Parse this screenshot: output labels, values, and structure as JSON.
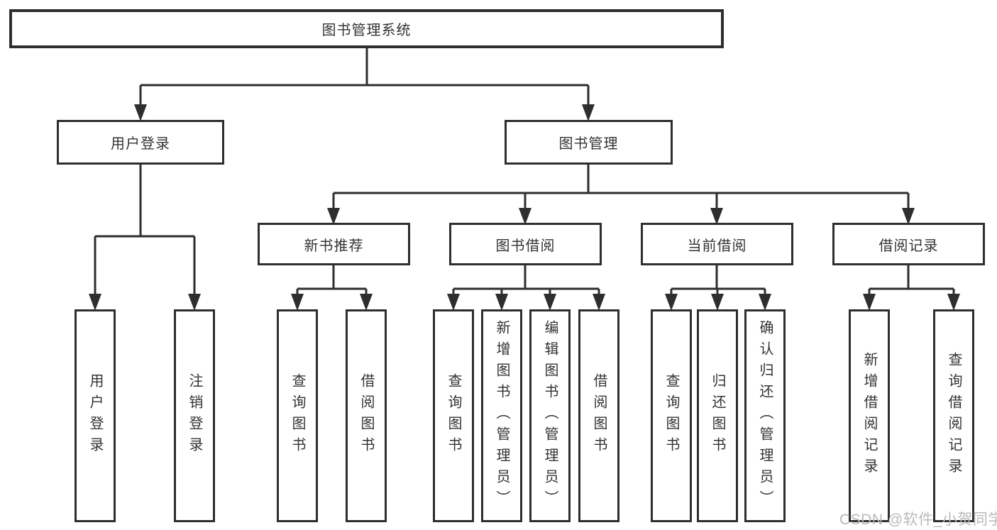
{
  "diagram": {
    "root": "图书管理系统",
    "level2": {
      "user_login": "用户登录",
      "book_mgmt": "图书管理"
    },
    "level3": {
      "new_book": "新书推荐",
      "book_borrow": "图书借阅",
      "current_borrow": "当前借阅",
      "borrow_record": "借阅记录"
    },
    "leaves": {
      "user_login": "用户登录",
      "logout": "注销登录",
      "query_book_1": "查询图书",
      "borrow_book_1": "借阅图书",
      "query_book_2": "查询图书",
      "add_book_admin": "新增图书（管理员）",
      "edit_book_admin": "编辑图书（管理员）",
      "borrow_book_2": "借阅图书",
      "query_book_3": "查询图书",
      "return_book": "归还图书",
      "confirm_return_admin": "确认归还（管理员）",
      "add_borrow_record": "新增借阅记录",
      "query_borrow_record": "查询借阅记录"
    }
  },
  "watermark": "CSDN @软件_小贺同学",
  "colors": {
    "line": "#2e2e2e",
    "text": "#333333",
    "watermark": "#b9b9bd",
    "background": "#ffffff"
  }
}
